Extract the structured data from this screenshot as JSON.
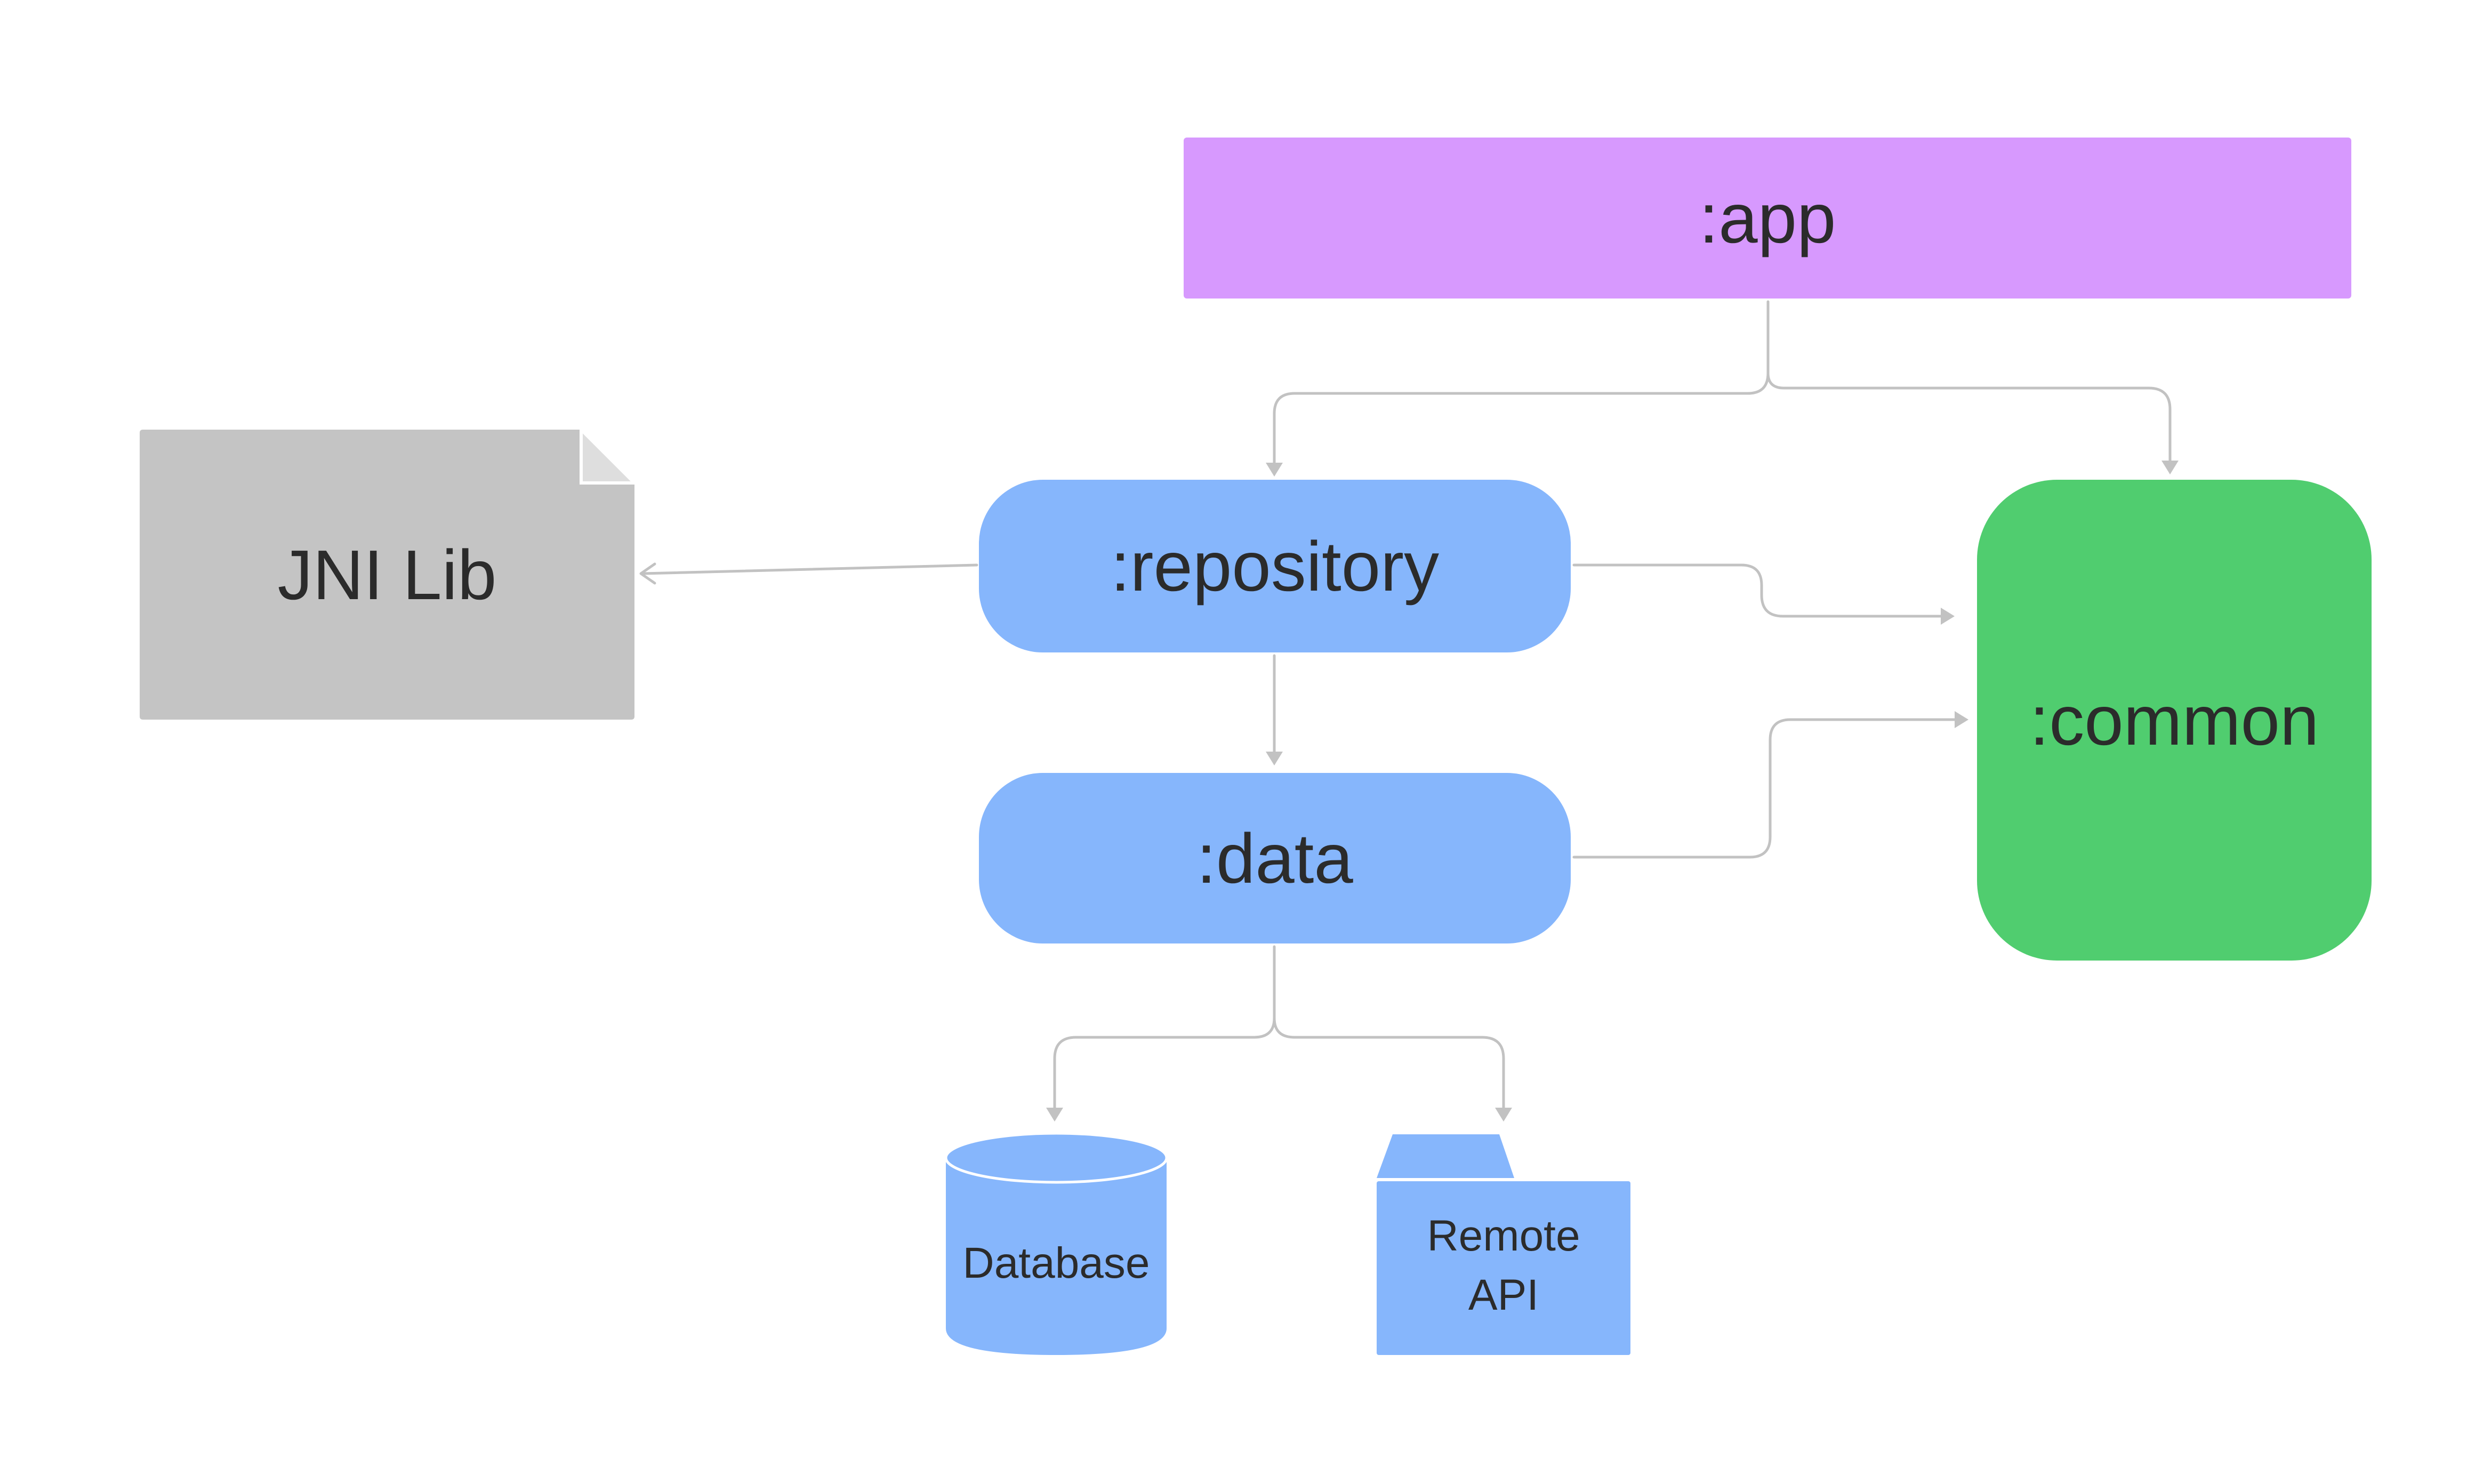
{
  "diagram": {
    "nodes": {
      "app": ":app",
      "repository": ":repository",
      "data": ":data",
      "common": ":common",
      "jni": "JNI Lib",
      "database": "Database",
      "remote_api": "Remote\nAPI"
    },
    "edges": [
      {
        "from": ":app",
        "to": ":repository"
      },
      {
        "from": ":app",
        "to": ":common"
      },
      {
        "from": ":repository",
        "to": "JNI Lib"
      },
      {
        "from": ":repository",
        "to": ":common"
      },
      {
        "from": ":repository",
        "to": ":data"
      },
      {
        "from": ":data",
        "to": ":common"
      },
      {
        "from": ":data",
        "to": "Database"
      },
      {
        "from": ":data",
        "to": "Remote\nAPI"
      }
    ],
    "colors": {
      "app": "#d799fe",
      "module": "#86b6fc",
      "common": "#50cd6f",
      "jni": "#c4c4c4",
      "connector": "#c2c2c2"
    }
  }
}
